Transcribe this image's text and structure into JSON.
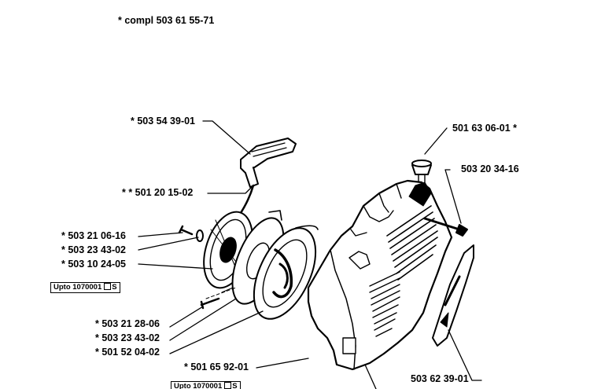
{
  "header": {
    "text": "* compl 503 61 55-71"
  },
  "callouts": [
    {
      "id": "c1",
      "text": "* 503 54 39-01"
    },
    {
      "id": "c2",
      "text": "* * 501 20 15-02"
    },
    {
      "id": "c3",
      "text": "* 503 21 06-16"
    },
    {
      "id": "c4",
      "text": "* 503 23 43-02"
    },
    {
      "id": "c5",
      "text": "* 503 10 24-05"
    },
    {
      "id": "c6",
      "text": "* 503 21 28-06"
    },
    {
      "id": "c7",
      "text": "* 503 23 43-02"
    },
    {
      "id": "c8",
      "text": "* 501 52 04-02"
    },
    {
      "id": "c9",
      "text": "* 501 65 92-01"
    },
    {
      "id": "c10",
      "text": "501 63 06-01 *"
    },
    {
      "id": "c11",
      "text": "503 20 34-16"
    },
    {
      "id": "c12",
      "text": "503 62 39-01"
    }
  ],
  "badges": [
    {
      "id": "b1",
      "text": "Upto 1070001",
      "suffix": "S"
    },
    {
      "id": "b2",
      "text": "Upto 1070001",
      "suffix": "S"
    }
  ],
  "colors": {
    "ink": "#000000",
    "paper": "#ffffff"
  }
}
